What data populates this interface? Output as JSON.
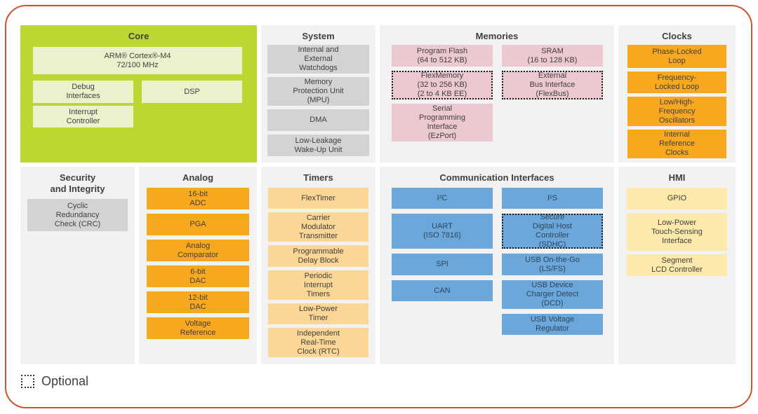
{
  "colors": {
    "core_green": "#bdd631",
    "core_block": "#eaf2cc",
    "panel_bg": "#f2f2f3",
    "gray_block": "#d2d3d5",
    "pink_block": "#ecc8d0",
    "orange_block": "#f8a81e",
    "light_orange_block": "#fcd694",
    "blue_block": "#6ba7db",
    "yellow_block": "#fde9a9",
    "border_orange": "#cf5429",
    "text": "#404041"
  },
  "legend": {
    "label": "Optional"
  },
  "sections": {
    "core": {
      "title": "Core",
      "blocks": [
        {
          "label": "ARM® Cortex®-M4\n72/100 MHz"
        },
        {
          "label": "Debug\nInterfaces"
        },
        {
          "label": "DSP"
        },
        {
          "label": "Interrupt\nController"
        }
      ]
    },
    "system": {
      "title": "System",
      "blocks": [
        {
          "label": "Internal and\nExternal\nWatchdogs"
        },
        {
          "label": "Memory\nProtection Unit\n(MPU)"
        },
        {
          "label": "DMA"
        },
        {
          "label": "Low-Leakage\nWake-Up Unit"
        }
      ]
    },
    "memories": {
      "title": "Memories",
      "left_blocks": [
        {
          "label": "Program Flash\n(64 to 512 KB)",
          "optional": false
        },
        {
          "label": "FlexMemory\n(32 to 256 KB)\n(2 to 4 KB EE)",
          "optional": true
        },
        {
          "label": "Serial\nProgramming\nInterface\n(EzPort)",
          "optional": false
        }
      ],
      "right_blocks": [
        {
          "label": "SRAM\n(16 to 128 KB)",
          "optional": false
        },
        {
          "label": "External\nBus Interface\n(FlexBus)",
          "optional": true
        }
      ]
    },
    "clocks": {
      "title": "Clocks",
      "blocks": [
        {
          "label": "Phase-Locked\nLoop"
        },
        {
          "label": "Frequency-\nLocked Loop"
        },
        {
          "label": "Low/High-\nFrequency\nOscillators"
        },
        {
          "label": "Internal\nReference\nClocks"
        }
      ]
    },
    "security": {
      "title": "Security\nand Integrity",
      "blocks": [
        {
          "label": "Cyclic\nRedundancy\nCheck (CRC)"
        }
      ]
    },
    "analog": {
      "title": "Analog",
      "blocks": [
        {
          "label": "16-bit\nADC"
        },
        {
          "label": "PGA"
        },
        {
          "label": "Analog\nComparator"
        },
        {
          "label": "6-bit\nDAC"
        },
        {
          "label": "12-bit\nDAC"
        },
        {
          "label": "Voltage\nReference"
        }
      ]
    },
    "timers": {
      "title": "Timers",
      "blocks": [
        {
          "label": "FlexTimer"
        },
        {
          "label": "Carrier\nModulator\nTransmitter"
        },
        {
          "label": "Programmable\nDelay Block"
        },
        {
          "label": "Periodic\nInterrupt\nTimers"
        },
        {
          "label": "Low-Power\nTimer"
        },
        {
          "label": "Independent\nReal-Time\nClock (RTC)"
        }
      ]
    },
    "comm": {
      "title": "Communication Interfaces",
      "left_blocks": [
        {
          "label": "I²C",
          "optional": false
        },
        {
          "label": "UART\n(ISO 7816)",
          "optional": false
        },
        {
          "label": "SPI",
          "optional": false
        },
        {
          "label": "CAN",
          "optional": false
        }
      ],
      "right_blocks": [
        {
          "label": "I²S",
          "optional": false
        },
        {
          "label": "Secure\nDigital Host\nController\n(SDHC)",
          "optional": true
        },
        {
          "label": "USB On-the-Go\n(LS/FS)",
          "optional": false
        },
        {
          "label": "USB Device\nCharger Detect\n(DCD)",
          "optional": false
        },
        {
          "label": "USB Voltage\nRegulator",
          "optional": false
        }
      ]
    },
    "hmi": {
      "title": "HMI",
      "blocks": [
        {
          "label": "GPIO"
        },
        {
          "label": "Low-Power\nTouch-Sensing\nInterface"
        },
        {
          "label": "Segment\nLCD Controller"
        }
      ]
    }
  }
}
